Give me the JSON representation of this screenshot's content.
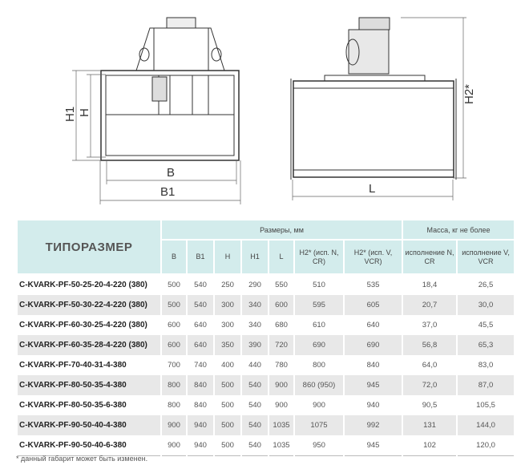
{
  "drawing": {
    "labels": {
      "h1": "H1",
      "h": "H",
      "b": "B",
      "b1": "B1",
      "l": "L",
      "h2": "H2*"
    }
  },
  "table": {
    "title": "ТИПОРАЗМЕР",
    "group_dims": "Размеры, мм",
    "group_mass": "Масса, кг не более",
    "columns": [
      "B",
      "B1",
      "H",
      "H1",
      "L",
      "H2* (исп. N, CR)",
      "H2* (исп. V, VCR)",
      "исполнение N, CR",
      "исполнение V, VCR"
    ],
    "rows": [
      [
        "C-KVARK-PF-50-25-20-4-220 (380)",
        "500",
        "540",
        "250",
        "290",
        "550",
        "510",
        "535",
        "18,4",
        "26,5"
      ],
      [
        "C-KVARK-PF-50-30-22-4-220 (380)",
        "500",
        "540",
        "300",
        "340",
        "600",
        "595",
        "605",
        "20,7",
        "30,0"
      ],
      [
        "C-KVARK-PF-60-30-25-4-220 (380)",
        "600",
        "640",
        "300",
        "340",
        "680",
        "610",
        "640",
        "37,0",
        "45,5"
      ],
      [
        "C-KVARK-PF-60-35-28-4-220 (380)",
        "600",
        "640",
        "350",
        "390",
        "720",
        "690",
        "690",
        "56,8",
        "65,3"
      ],
      [
        "C-KVARK-PF-70-40-31-4-380",
        "700",
        "740",
        "400",
        "440",
        "780",
        "800",
        "840",
        "64,0",
        "83,0"
      ],
      [
        "C-KVARK-PF-80-50-35-4-380",
        "800",
        "840",
        "500",
        "540",
        "900",
        "860 (950)",
        "945",
        "72,0",
        "87,0"
      ],
      [
        "C-KVARK-PF-80-50-35-6-380",
        "800",
        "840",
        "500",
        "540",
        "900",
        "900",
        "940",
        "90,5",
        "105,5"
      ],
      [
        "C-KVARK-PF-90-50-40-4-380",
        "900",
        "940",
        "500",
        "540",
        "1035",
        "1075",
        "992",
        "131",
        "144,0"
      ],
      [
        "C-KVARK-PF-90-50-40-6-380",
        "900",
        "940",
        "500",
        "540",
        "1035",
        "950",
        "945",
        "102",
        "120,0"
      ]
    ]
  },
  "footnote": "* данный габарит может быть изменен."
}
